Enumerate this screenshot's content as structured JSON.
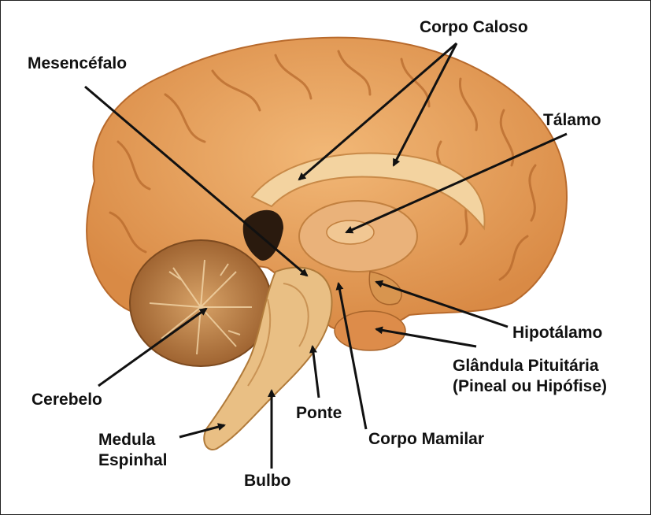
{
  "labels": {
    "corpo_caloso": "Corpo Caloso",
    "mesencefalo": "Mesencéfalo",
    "talamo": "Tálamo",
    "hipotalamo": "Hipotálamo",
    "glandula_line1": "Glândula Pituitária",
    "glandula_line2": "(Pineal ou Hipófise)",
    "cerebelo": "Cerebelo",
    "ponte": "Ponte",
    "corpo_mamilar": "Corpo Mamilar",
    "medula_line1": "Medula",
    "medula_line2": "Espinhal",
    "bulbo": "Bulbo"
  },
  "colors": {
    "cortex": "#e8a15e",
    "cortex_dark": "#c97a38",
    "callosum": "#f3d3a0",
    "brainstem": "#e9bf84",
    "cerebellum": "#b9773c",
    "line": "#111111"
  }
}
